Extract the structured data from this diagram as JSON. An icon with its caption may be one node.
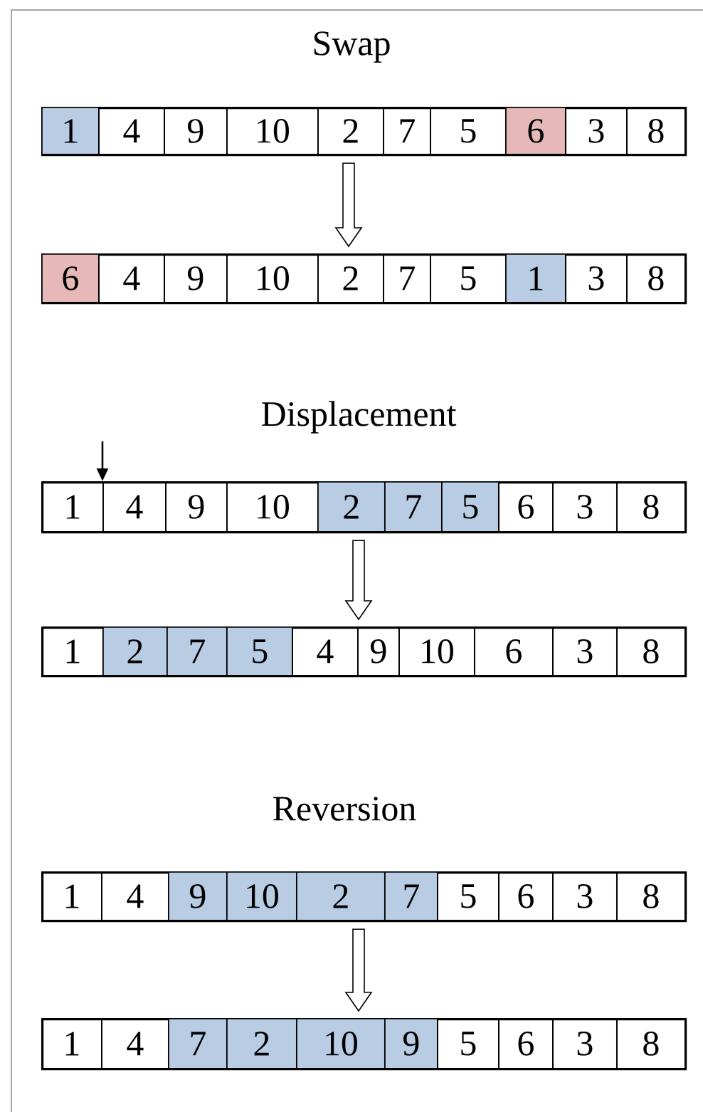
{
  "diagram": {
    "nodes": [
      {
        "text": [],
        "shape": "box"
      },
      {
        "text": [
          "1"
        ],
        "in": 0
      },
      {
        "text": [
          "4"
        ],
        "in": 0
      },
      {
        "text": [
          "9"
        ],
        "in": 0
      },
      {
        "text": [
          "10"
        ],
        "in": 0
      },
      {
        "text": [
          "2"
        ],
        "in": 0
      },
      {
        "text": [
          "7"
        ],
        "in": 0
      },
      {
        "text": [
          "5"
        ],
        "in": 0
      },
      {
        "text": [
          "6"
        ],
        "in": 0
      },
      {
        "text": [
          "3"
        ],
        "in": 0
      },
      {
        "text": [
          "8"
        ],
        "in": 0
      },
      {
        "text": [],
        "shape": "box"
      },
      {
        "text": [
          "6"
        ],
        "in": 11
      },
      {
        "text": [
          "4"
        ],
        "in": 11
      },
      {
        "text": [
          "9"
        ],
        "in": 11
      },
      {
        "text": [
          "10"
        ],
        "in": 11
      },
      {
        "text": [
          "2"
        ],
        "in": 11
      },
      {
        "text": [
          "7"
        ],
        "in": 11
      },
      {
        "text": [
          "5"
        ],
        "in": 11
      },
      {
        "text": [
          "1"
        ],
        "in": 11
      },
      {
        "text": [
          "3"
        ],
        "in": 11
      },
      {
        "text": [
          "8"
        ],
        "in": 11
      },
      {
        "text": [],
        "shape": "box"
      },
      {
        "text": [
          "1"
        ],
        "in": 22
      },
      {
        "text": [
          "4"
        ],
        "in": 22
      },
      {
        "text": [
          "9"
        ],
        "in": 22
      },
      {
        "text": [
          "10"
        ],
        "in": 22
      },
      {
        "text": [
          "2"
        ],
        "in": 22
      },
      {
        "text": [
          "7"
        ],
        "in": 22
      },
      {
        "text": [
          "5"
        ],
        "in": 22
      },
      {
        "text": [
          "6"
        ],
        "in": 22
      },
      {
        "text": [
          "3"
        ],
        "in": 22
      },
      {
        "text": [
          "8"
        ],
        "in": 22
      },
      {
        "text": [],
        "shape": "box"
      },
      {
        "text": [
          "1"
        ],
        "in": 33
      },
      {
        "text": [
          "2"
        ],
        "in": 33
      },
      {
        "text": [
          "7"
        ],
        "in": 33
      },
      {
        "text": [
          "5"
        ],
        "in": 33
      },
      {
        "text": [
          "4"
        ],
        "in": 33
      },
      {
        "text": [
          "9"
        ],
        "in": 33
      },
      {
        "text": [
          "10"
        ],
        "in": 33
      },
      {
        "text": [
          "6"
        ],
        "in": 33
      },
      {
        "text": [
          "3"
        ],
        "in": 33
      },
      {
        "text": [
          "8"
        ],
        "in": 33
      },
      {
        "text": [],
        "shape": "box"
      },
      {
        "text": [
          "1"
        ],
        "in": 44
      },
      {
        "text": [
          "4"
        ],
        "in": 44
      },
      {
        "text": [
          "9"
        ],
        "in": 44
      },
      {
        "text": [
          "10"
        ],
        "in": 44
      },
      {
        "text": [
          "2"
        ],
        "in": 44
      },
      {
        "text": [
          "7"
        ],
        "in": 44
      },
      {
        "text": [
          "5"
        ],
        "in": 44
      },
      {
        "text": [
          "6"
        ],
        "in": 44
      },
      {
        "text": [
          "3"
        ],
        "in": 44
      },
      {
        "text": [
          "8"
        ],
        "in": 44
      },
      {
        "text": [],
        "shape": "box"
      },
      {
        "text": [
          "1"
        ],
        "in": 55
      },
      {
        "text": [
          "4"
        ],
        "in": 55
      },
      {
        "text": [
          "7"
        ],
        "in": 55
      },
      {
        "text": [
          "2"
        ],
        "in": 55
      },
      {
        "text": [
          "10"
        ],
        "in": 55
      },
      {
        "text": [
          "9"
        ],
        "in": 55
      },
      {
        "text": [
          "5"
        ],
        "in": 55
      },
      {
        "text": [
          "6"
        ],
        "in": 55
      },
      {
        "text": [
          "3"
        ],
        "in": 55
      },
      {
        "text": [
          "8"
        ],
        "in": 55
      }
    ],
    "edges": [
      {
        "from": 0,
        "to": 11,
        "arrow": "to"
      },
      {
        "from": null,
        "to": 22,
        "arrow": "to"
      },
      {
        "from": 22,
        "to": 33,
        "arrow": "to"
      },
      {
        "from": 44,
        "to": 55,
        "arrow": "to"
      }
    ],
    "labels": [
      "Swap",
      "Displacement",
      "Reversion"
    ]
  }
}
